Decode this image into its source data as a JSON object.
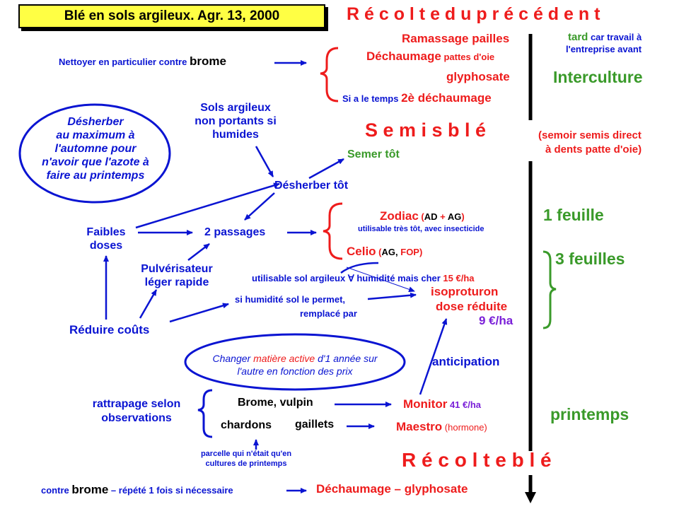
{
  "title": "Blé en sols argileux.  Agr. 13, 2000",
  "stages": {
    "recolte_precedent": "R é c o l t e   d u   p r é c é d e n t",
    "semis_ble": "S e m i s    b l é",
    "semis_note_line1": "(semoir semis direct",
    "semis_note_line2": "à dents patte d'oie)",
    "recolte_ble": "R é c o l t e    b l é"
  },
  "periods": {
    "interculture": "Interculture",
    "tard": "tard",
    "tard_note_line1": " car travail à",
    "tard_note_line2": "l'entreprise avant",
    "une_feuille": "1 feuille",
    "trois_feuilles": "3 feuilles",
    "printemps": "printemps"
  },
  "interculture": {
    "nettoyer_prefix": "Nettoyer en particulier contre ",
    "nettoyer_word": "brome",
    "ramassage": "Ramassage pailles",
    "dechaumage": "Déchaumage",
    "dechaumage_note": " pattes d'oie",
    "glyphosate": "glyphosate",
    "si_temps": "Si a le temps ",
    "second_dechaumage": "2è déchaumage"
  },
  "ellipse_top": {
    "line1": "Désherber",
    "line2": "au maximum à",
    "line3": "l'automne pour",
    "line4": "n'avoir que l'azote à",
    "line5": "faire au printemps"
  },
  "autumn": {
    "sols_line1": "Sols argileux",
    "sols_line2": "non portants si",
    "sols_line3": "humides",
    "semer_tot": "Semer tôt",
    "desherber_tot": "Désherber tôt",
    "faibles_line1": "Faibles",
    "faibles_line2": "doses",
    "deux_passages": "2 passages",
    "pulve_line1": "Pulvérisateur",
    "pulve_line2": "léger rapide",
    "reduire_couts": "Réduire coûts"
  },
  "products": {
    "zodiac": "Zodiac",
    "zodiac_ad": "AD",
    "zodiac_plus": " + ",
    "zodiac_ag": "AG",
    "zodiac_note": "utilisable très tôt, avec insecticide",
    "celio": "Celio",
    "celio_ag": "AG, ",
    "celio_fop": "FOP",
    "utilisable": "utilisable sol argileux ∀ humidité mais cher ",
    "utilisable_price": "15 €/ha",
    "si_humidite_line1": "si humidité sol le permet,",
    "si_humidite_line2": "remplacé par",
    "isoproturon_line1": "isoproturon",
    "isoproturon_line2": "dose réduite",
    "isoproturon_price": "9 €/ha",
    "anticipation": "anticipation"
  },
  "ellipse_bottom": {
    "line1_pre": "Changer ",
    "line1_red": "matière active",
    "line1_post": " d'1 année sur",
    "line2": "l'autre en fonction des prix"
  },
  "spring": {
    "rattrapage_line1": "rattrapage selon",
    "rattrapage_line2": "observations",
    "brome_vulpin": "Brome, vulpin",
    "chardons": "chardons",
    "gaillets": "gaillets",
    "monitor": "Monitor",
    "monitor_price": " 41 €/ha",
    "maestro": "Maestro",
    "maestro_note": " (hormone)",
    "parcelle_line1": "parcelle qui n'était qu'en",
    "parcelle_line2": "cultures de printemps"
  },
  "bottom": {
    "contre": "contre ",
    "brome": "brome",
    "repete": " – répété 1 fois si nécessaire",
    "final": "Déchaumage – glyphosate"
  }
}
